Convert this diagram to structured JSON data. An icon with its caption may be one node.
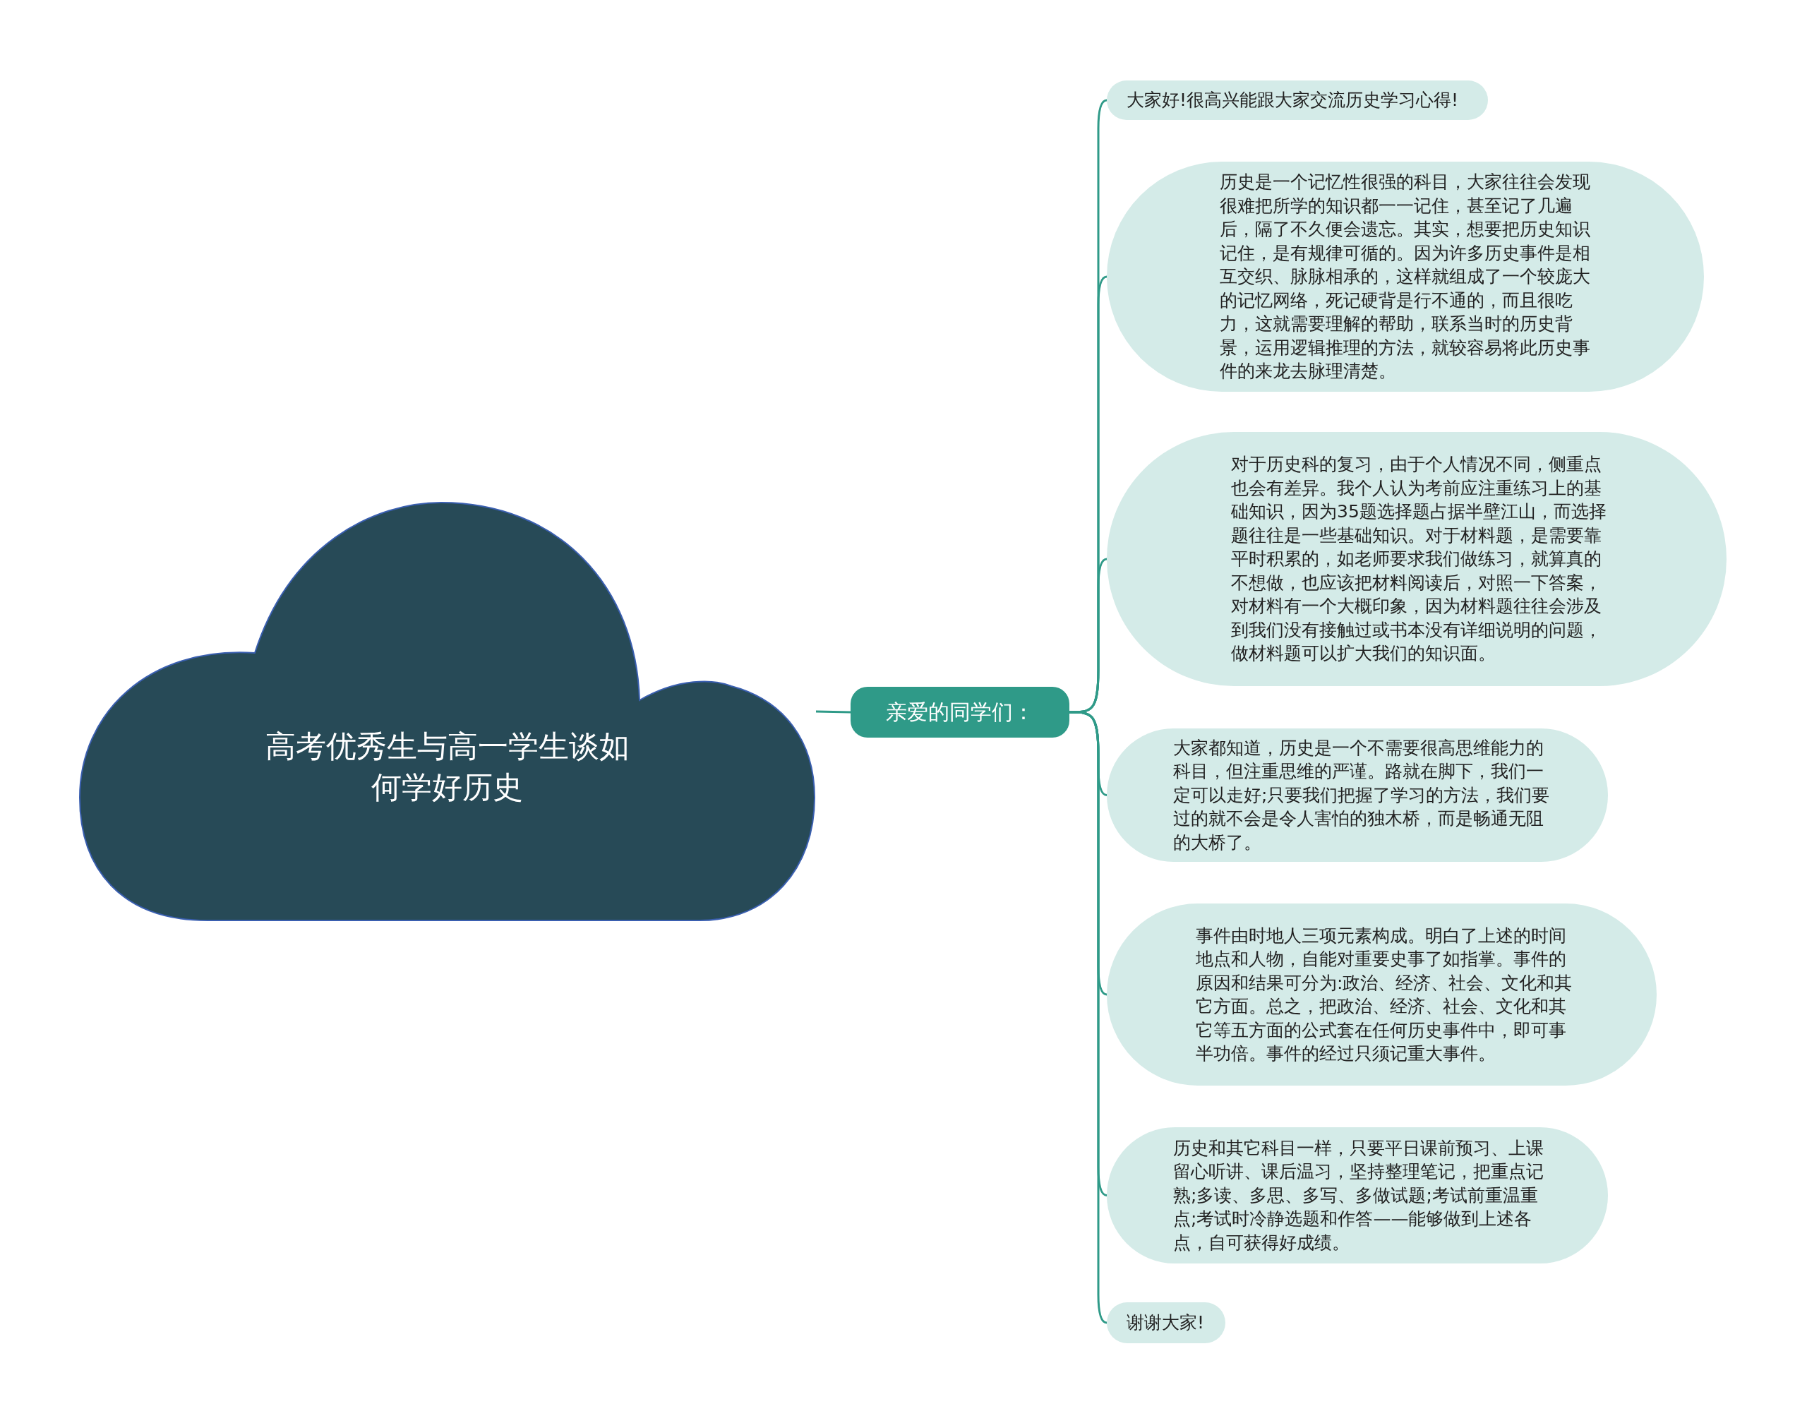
{
  "diagram": {
    "nodes": [
      {
        "text": [
          "高考优秀生与高一学生谈如何学好历史"
        ]
      },
      {
        "text": [
          "亲爱的同学们："
        ]
      },
      {
        "text": [
          "大家好!很高兴能跟大家交流历史学习心得!"
        ]
      },
      {
        "text": [
          "历史是一个记忆性很强的科目，大家往往会发现很难把所学的知识都一一记住，甚至记了几遍后，隔了不久便会遗忘。其实，想要把历史知识记住，是有规律可循的。因为许多历史事件是相互交织、脉脉相承的，这样就组成了一个较庞大的记忆网络，死记硬背是行不通的，而且很吃力，这就需要理解的帮助，联系当时的历史背景，运用逻辑推理的方法，就较容易将此历史事件的来龙去脉理清楚。"
        ]
      },
      {
        "text": [
          "对于历史科的复习，由于个人情况不同，侧重点也会有差异。我个人认为考前应注重练习上的基础知识，因为35题选择题占据半壁江山，而选择题往往是一些基础知识。对于材料题，是需要靠平时积累的，如老师要求我们做练习，就算真的不想做，也应该把材料阅读后，对照一下答案，对材料有一个大概印象，因为材料题往往会涉及到我们没有接触过或书本没有详细说明的问题，做材料题可以扩大我们的知识面。"
        ]
      },
      {
        "text": [
          "大家都知道，历史是一个不需要很高思维能力的科目，但注重思维的严谨。路就在脚下，我们一定可以走好;只要我们把握了学习的方法，我们要过的就不会是令人害怕的独木桥，而是畅通无阻的大桥了。"
        ]
      },
      {
        "text": [
          "事件由时地人三项元素构成。明白了上述的时间地点和人物，自能对重要史事了如指掌。事件的原因和结果可分为:政治、经济、社会、文化和其它方面。总之，把政治、经济、社会、文化和其它等五方面的公式套在任何历史事件中，即可事半功倍。事件的经过只须记重大事件。"
        ]
      },
      {
        "text": [
          "历史和其它科目一样，只要平日课前预习、上课留心听讲、课后温习，坚持整理笔记，把重点记熟;多读、多思、多写、多做试题;考试前重温重点;考试时冷静选题和作答——能够做到上述各点，自可获得好成绩。"
        ]
      },
      {
        "text": [
          "谢谢大家!"
        ]
      }
    ],
    "edges": [
      {
        "from": 0,
        "to": 1,
        "arrow": "none"
      },
      {
        "from": 1,
        "to": 2,
        "arrow": "none"
      },
      {
        "from": 1,
        "to": 3,
        "arrow": "none"
      },
      {
        "from": 1,
        "to": 4,
        "arrow": "none"
      },
      {
        "from": 1,
        "to": 5,
        "arrow": "none"
      },
      {
        "from": 1,
        "to": 6,
        "arrow": "none"
      },
      {
        "from": 1,
        "to": 7,
        "arrow": "none"
      },
      {
        "from": 1,
        "to": 8,
        "arrow": "none"
      }
    ]
  }
}
